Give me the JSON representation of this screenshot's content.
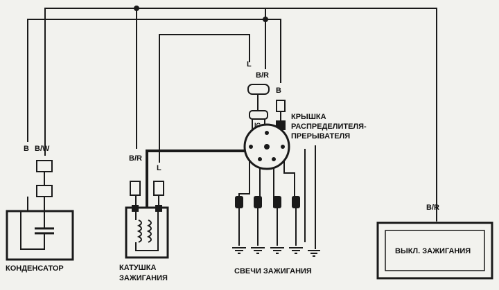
{
  "labels": {
    "condenser": "КОНДЕНСАТОР",
    "coil_line1": "КАТУШКА",
    "coil_line2": "ЗАЖИГАНИЯ",
    "plugs": "СВЕЧИ ЗАЖИГАНИЯ",
    "switch": "ВЫКЛ. ЗАЖИГАНИЯ",
    "cap_line1": "КРЫШКА",
    "cap_line2": "РАСПРЕДЕЛИТЕЛЯ-",
    "cap_line3": "ПРЕРЫВАТЕЛЯ",
    "ic": "IC"
  },
  "wires": {
    "cond_b": "B",
    "cond_bw": "B/W",
    "coil_br": "B/R",
    "coil_l": "L",
    "dist_l": "L",
    "dist_br": "B/R",
    "dist_b": "B",
    "switch_br": "B/R"
  }
}
